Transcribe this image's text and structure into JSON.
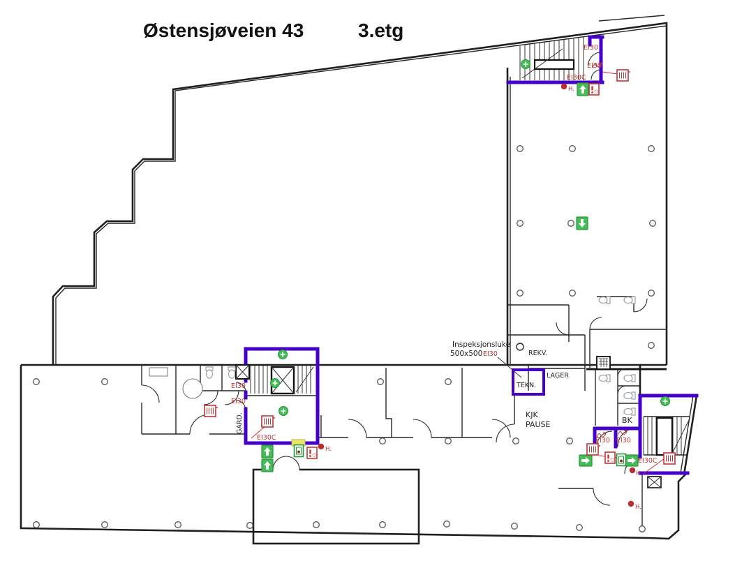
{
  "title": {
    "building": "Østensjøveien 43",
    "floor": "3.etg"
  },
  "rooms": {
    "gard": "GARD.",
    "bk": "BK",
    "kjk": "KJK",
    "pause": "PAUSE",
    "tekn": "TEKN.",
    "lager": "LAGER",
    "rekv": "REKV."
  },
  "callout": {
    "line1": "Inspeksjonsluke",
    "line2": "500x500",
    "rating": "EI30"
  },
  "fire_ratings": {
    "ei30": "EI30",
    "ei30c": "EI30C"
  },
  "markers": {
    "extinguisher": "H."
  },
  "icons": {
    "exit_sign": "green-exit-arrow-sign",
    "emergency_light": "green-emergency-light",
    "hose_reel": "red-fire-hose-reel",
    "call_point": "red-manual-call-point",
    "extinguisher": "red-extinguisher-dot",
    "equipment_box": "green-equipment-box",
    "shaft": "x-crossed-shaft",
    "column": "structural-column"
  },
  "colors": {
    "wall": "#1f1f1f",
    "fire_wall": "#4400c8",
    "fire_red": "#c23434",
    "exit_green": "#45bd57",
    "hatch_yellow": "#ece66a",
    "fixture_gray": "#9aa0a6"
  }
}
